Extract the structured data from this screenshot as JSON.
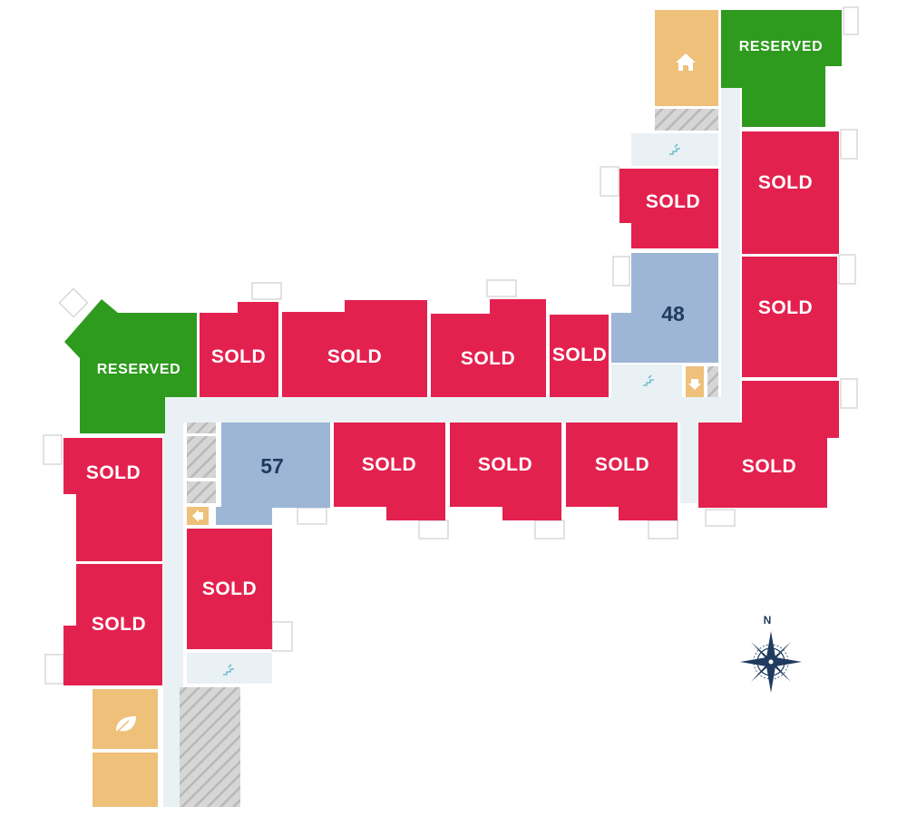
{
  "legend_colors": {
    "sold": "#e3214f",
    "reserved": "#2e9a1e",
    "available": "#9db6d6",
    "amenity": "#eec07a",
    "corridor": "#eaf1f4",
    "storage_hatch": "#c8c8c8"
  },
  "units": {
    "reserved_top": {
      "status": "reserved",
      "label": "RESERVED"
    },
    "sold_r1": {
      "status": "sold",
      "label": "SOLD"
    },
    "sold_r2": {
      "status": "sold",
      "label": "SOLD"
    },
    "sold_r3": {
      "status": "sold",
      "label": "SOLD"
    },
    "sold_r4": {
      "status": "sold",
      "label": "SOLD"
    },
    "sold_inner_top": {
      "status": "sold",
      "label": "SOLD"
    },
    "unit_48": {
      "status": "available",
      "label": "48"
    },
    "reserved_left": {
      "status": "reserved",
      "label": "RESERVED"
    },
    "sold_t1": {
      "status": "sold",
      "label": "SOLD"
    },
    "sold_t2": {
      "status": "sold",
      "label": "SOLD"
    },
    "sold_t3": {
      "status": "sold",
      "label": "SOLD"
    },
    "sold_t4": {
      "status": "sold",
      "label": "SOLD"
    },
    "unit_57": {
      "status": "available",
      "label": "57"
    },
    "sold_b1": {
      "status": "sold",
      "label": "SOLD"
    },
    "sold_b2": {
      "status": "sold",
      "label": "SOLD"
    },
    "sold_b3": {
      "status": "sold",
      "label": "SOLD"
    },
    "sold_l1": {
      "status": "sold",
      "label": "SOLD"
    },
    "sold_l2": {
      "status": "sold",
      "label": "SOLD"
    },
    "sold_lower": {
      "status": "sold",
      "label": "SOLD"
    }
  },
  "icons": {
    "amenity_top": "home-icon",
    "amenity_bottom": "leaf-icon",
    "stairs": "stairs-icon",
    "elevator": "arrow-icon"
  },
  "compass": {
    "north_label": "N",
    "color": "#1f3b5e"
  }
}
